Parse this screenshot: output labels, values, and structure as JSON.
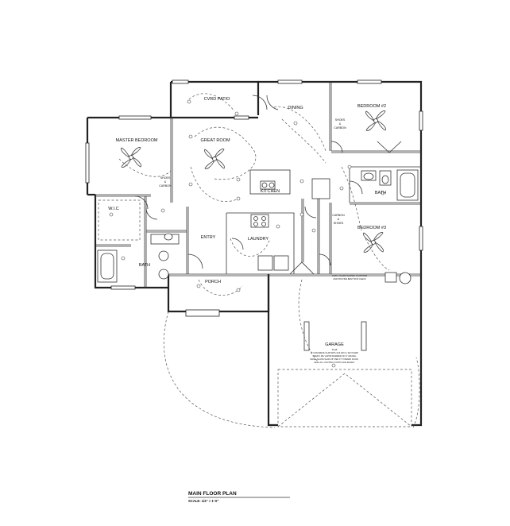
{
  "drawing": {
    "title": "MAIN FLOOR PLAN",
    "scale": "SCALE: 1/4\" = 1'-0\""
  },
  "rooms": {
    "covered_patio": "CVRD PATIO",
    "dining": "DINING",
    "bedroom2": "BEDROOM #2",
    "master_bedroom": "MASTER BEDROOM",
    "great_room": "GREAT ROOM",
    "kitchen": "KITCHEN",
    "wic": "W.I.C",
    "bath_master": "BATH",
    "entry": "ENTRY",
    "laundry": "LAUNDRY",
    "bath2": "BATH",
    "bedroom3": "BEDROOM #3",
    "porch": "PORCH",
    "garage": "GARAGE"
  },
  "closets": {
    "master_closet": [
      "SHOES",
      "& ",
      "CARBON"
    ],
    "bed2_closet": [
      "SHOES",
      "& ",
      "CARBON"
    ],
    "bed3_closet": [
      "CARBON",
      "& ",
      "SHOES"
    ]
  },
  "notes": {
    "garage_platform": [
      "FURN. FLOOR SLOPES, PLATFORM",
      "AND PROVIDE BENT RFM CHECK"
    ],
    "garage_spec": [
      "SLAB",
      "4\" CONCRETE SLAB WITH 6x6 W2.9 x W2.9 WWF",
      "OVER 6 MIL VAPOR BARRIER ON 4\" GRAVEL",
      "BASE. SLOPE SLAB 1/8\" PER FT TOWARD DOOR,",
      "SEAL ALL CONTROL JOINTS AND EDGES."
    ]
  }
}
